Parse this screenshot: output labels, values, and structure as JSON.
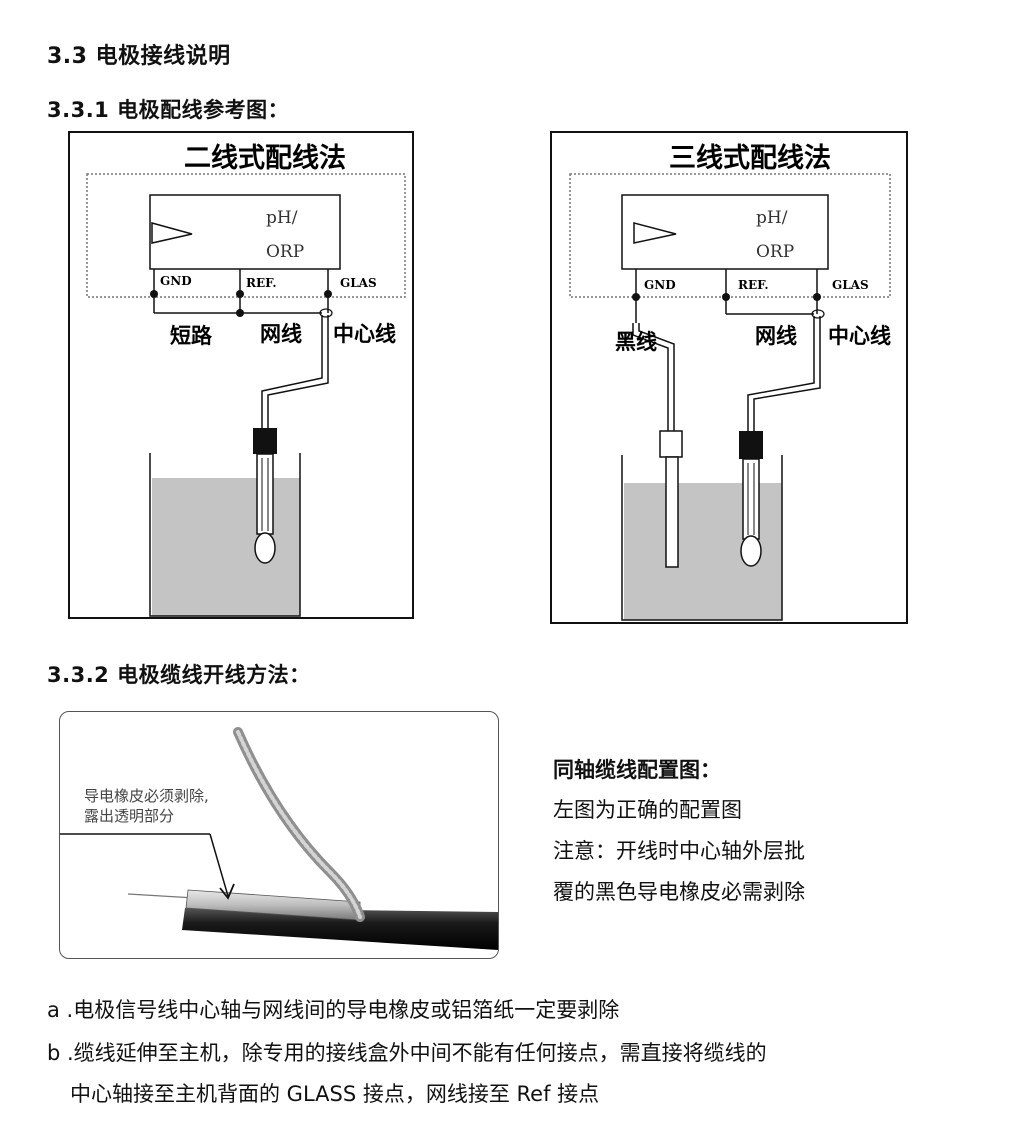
{
  "section": {
    "title": "3.3 电极接线说明",
    "sub1": "3.3.1  电极配线参考图：",
    "sub2": "3.3.2  电极缆线开线方法："
  },
  "diagram_left": {
    "title": "二线式配线法",
    "meter_line1": "pH/",
    "meter_line2": "ORP",
    "terminals": [
      "GND",
      "REF.",
      "GLAS"
    ],
    "labels": [
      "短路",
      "网线",
      "中心线"
    ]
  },
  "diagram_right": {
    "title": "三线式配线法",
    "meter_line1": "pH/",
    "meter_line2": "ORP",
    "terminals": [
      "GND",
      "REF.",
      "GLAS"
    ],
    "labels": [
      "黑线",
      "网线",
      "中心线"
    ]
  },
  "cable_photo": {
    "note_line1": "导电橡皮必须剥除,",
    "note_line2": "露出透明部分"
  },
  "side_text": {
    "title": "同轴缆线配置图：",
    "line1": "左图为正确的配置图",
    "line2": "注意：开线时中心轴外层批",
    "line3": "覆的黑色导电橡皮必需剥除"
  },
  "notes": {
    "a": "a .电极信号线中心轴与网线间的导电橡皮或铝箔纸一定要剥除",
    "b1": "b .缆线延伸至主机，除专用的接线盒外中间不能有任何接点，需直接将缆线的",
    "b2": "中心轴接至主机背面的 GLASS 接点，网线接至 Ref 接点"
  },
  "colors": {
    "liquid": "#c4c4c4",
    "line": "#111111",
    "dotted_frame": "#777777"
  }
}
